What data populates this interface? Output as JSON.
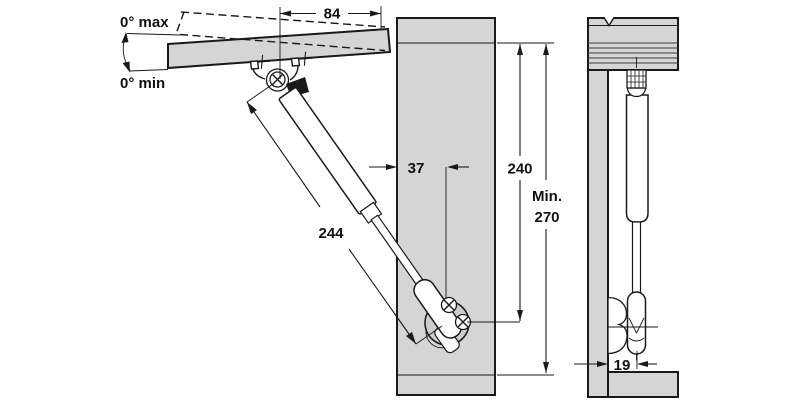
{
  "diagram_type": "technical-drawing",
  "views": {
    "front": {
      "angle_max_label": "0° max",
      "angle_min_label": "0° min",
      "dimensions": {
        "flap_overhang": "84",
        "side_inset": "37",
        "strut_length": "244",
        "mount_height": "240",
        "min_height_label": "Min.",
        "min_height_value": "270"
      }
    },
    "side": {
      "dimensions": {
        "axis_offset": "19"
      }
    }
  },
  "colors": {
    "panel_fill": "#d5d5d5",
    "plate_fill": "#cdcdcd",
    "outline": "#1a1a1a",
    "background": "#ffffff"
  }
}
